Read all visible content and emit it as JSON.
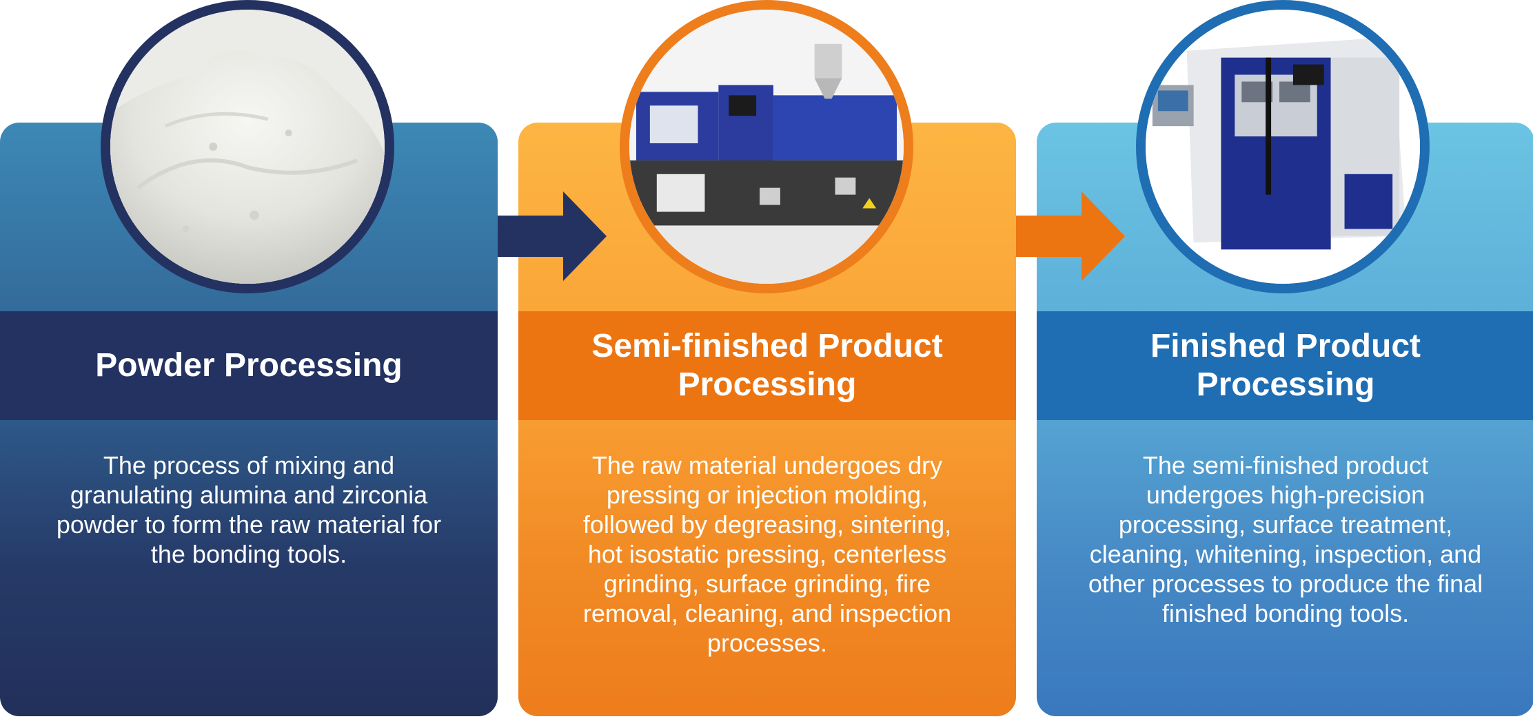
{
  "steps": [
    {
      "title": "Powder Processing",
      "description": "The process of mixing and granulating alumina and zirconia powder to form the raw material for the bonding tools.",
      "image": "powder-pile-photo",
      "color": "#243261"
    },
    {
      "title": "Semi-finished Product Processing",
      "description": "The raw material undergoes dry pressing or injection molding, followed by degreasing, sintering, hot isostatic pressing, centerless grinding, surface grinding, fire removal, cleaning, and inspection processes.",
      "image": "injection-molding-machine-photo",
      "color": "#ec7411"
    },
    {
      "title": "Finished Product Processing",
      "description": "The semi-finished product undergoes high-precision processing, surface treatment, cleaning, whitening, inspection, and other processes to produce the final finished bonding tools.",
      "image": "cnc-machine-photo",
      "color": "#1f6db2"
    }
  ],
  "arrows": [
    {
      "icon": "arrow-right-icon",
      "color": "#243261"
    },
    {
      "icon": "arrow-right-icon",
      "color": "#ec7411"
    }
  ]
}
